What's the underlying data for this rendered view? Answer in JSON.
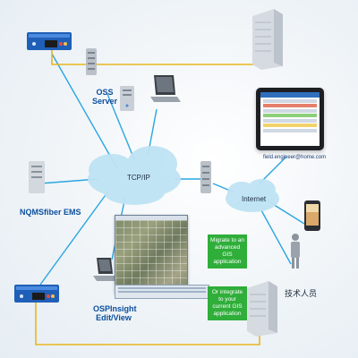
{
  "nodes": {
    "oss_server": "OSS\nServer",
    "nqms_ems": "NQMSfiber EMS",
    "tcpip": "TCP/IP",
    "internet": "Internet",
    "email": "field.engineer@home.com",
    "ospinsight": "OSPInsight\nEdit/View",
    "technician": "技术人员"
  },
  "callouts": {
    "migrate": "Migrate to an advanced GIS application",
    "integrate": "Or integrate to your current GIS application"
  },
  "colors": {
    "link_blue": "#2aa6e0",
    "link_yellow": "#e8b61e",
    "label_blue": "#0b4f9c",
    "callout_green": "#2fae3a"
  }
}
